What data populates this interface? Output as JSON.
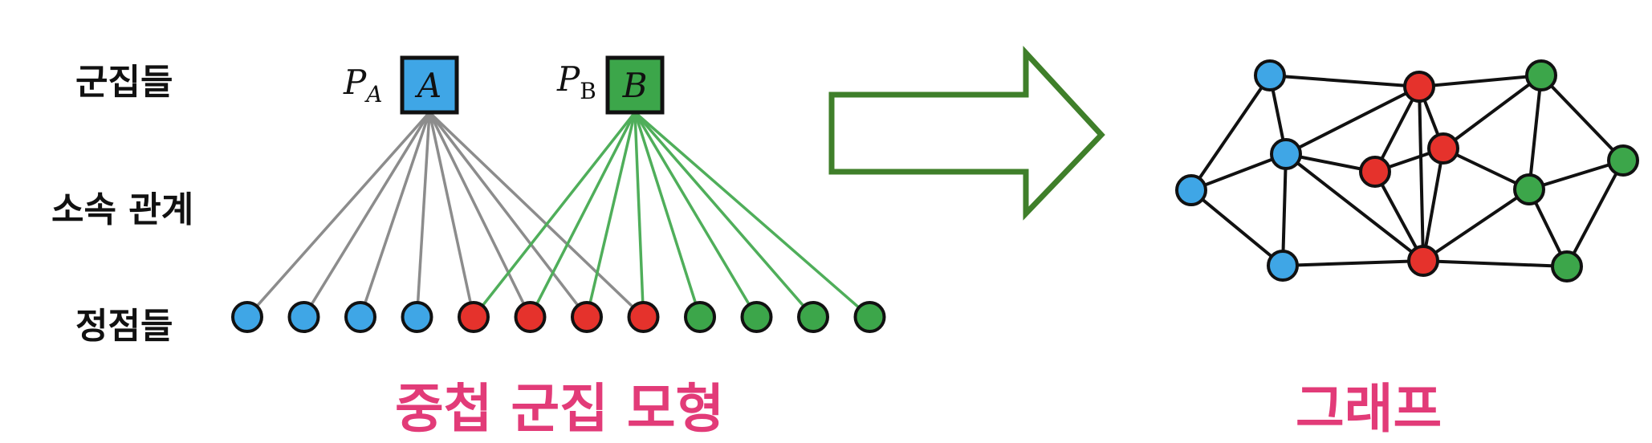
{
  "labels": {
    "clusters": "군집들",
    "membership": "소속 관계",
    "vertices": "정점들"
  },
  "communities": {
    "A": {
      "letter": "A",
      "p_symbol": "P",
      "p_sub": "A",
      "color": "#3fa6e6",
      "edge_color": "#8c8c8c"
    },
    "B": {
      "letter": "B",
      "p_symbol": "P",
      "p_sub": "B",
      "color": "#3ca64a",
      "edge_color": "#4fae5a"
    }
  },
  "vertex_colors": {
    "blue": "#3fa6e6",
    "red": "#e5322c",
    "green": "#3ca64a"
  },
  "model_vertices": [
    "blue",
    "blue",
    "blue",
    "blue",
    "red",
    "red",
    "red",
    "red",
    "green",
    "green",
    "green",
    "green"
  ],
  "memberships": {
    "A": [
      0,
      1,
      2,
      3,
      4,
      5,
      6,
      7
    ],
    "B": [
      4,
      5,
      6,
      7,
      8,
      9,
      10,
      11
    ]
  },
  "arrow": {
    "color": "#3f7f2a",
    "icon": "right-arrow-icon"
  },
  "captions": {
    "model": "중첩 군집 모형",
    "graph": "그래프",
    "color": "#e23b78"
  },
  "graph_nodes": [
    "blue",
    "blue",
    "blue",
    "blue",
    "red",
    "red",
    "red",
    "red",
    "green",
    "green",
    "green",
    "green"
  ]
}
